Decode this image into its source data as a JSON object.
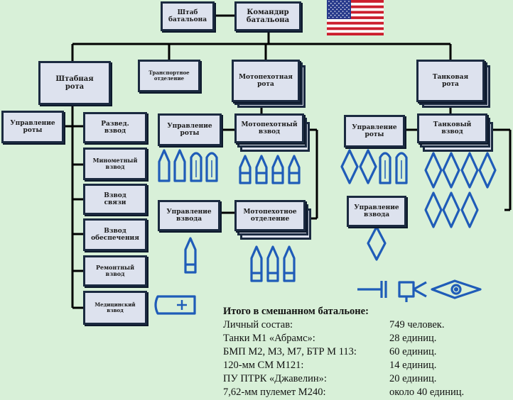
{
  "flag": {
    "name": "us-flag",
    "colors": {
      "red": "#cc1f2e",
      "white": "#ffffff",
      "blue": "#283a8c"
    }
  },
  "units": {
    "hq_staff": "Штаб\nбатальона",
    "commander": "Командир\nбатальона",
    "hq_company": "Штабная\nрота",
    "transport": "Транспортное\nотделение",
    "mech_company": "Мотопехотная\nрота",
    "tank_company": "Танковая\nрота",
    "hq_company_mgmt": "Управление\nроты",
    "recon": "Развед.\nвзвод",
    "mortar": "Минометный\nвзвод",
    "signal": "Взвод\nсвязи",
    "support": "Взвод\nобеспечения",
    "repair": "Ремонтный\nвзвод",
    "medical": "Медицинский\nвзвод",
    "mech_company_mgmt": "Управление\nроты",
    "mech_platoon": "Мотопехотный\nвзвод",
    "mech_platoon_mgmt": "Управление\nвзвода",
    "mech_squad": "Мотопехотное\nотделение",
    "tank_company_mgmt": "Управление\nроты",
    "tank_platoon": "Танковый\nвзвод",
    "tank_platoon_mgmt": "Управление\nвзвода"
  },
  "colors": {
    "background": "#d8f0d8",
    "box_fill": "#dde2ee",
    "box_border": "#1b2a40",
    "symbol": "#1f5cb8",
    "line": "#000000"
  },
  "summary": {
    "title": "Итого в смешанном батальоне:",
    "rows": [
      {
        "label": "Личный состав:",
        "value": "749 человек."
      },
      {
        "label": "Танки М1 «Абрамс»:",
        "value": "28 единиц."
      },
      {
        "label": "БМП М2, М3, М7, БТР М 113:",
        "value": "60 единиц."
      },
      {
        "label": "120-мм СМ М121:",
        "value": "14 единиц."
      },
      {
        "label": "ПУ ПТРК «Джавелин»:",
        "value": "20 единиц."
      },
      {
        "label": "7,62-мм пулемет М240:",
        "value": "около 40 единиц."
      }
    ]
  }
}
